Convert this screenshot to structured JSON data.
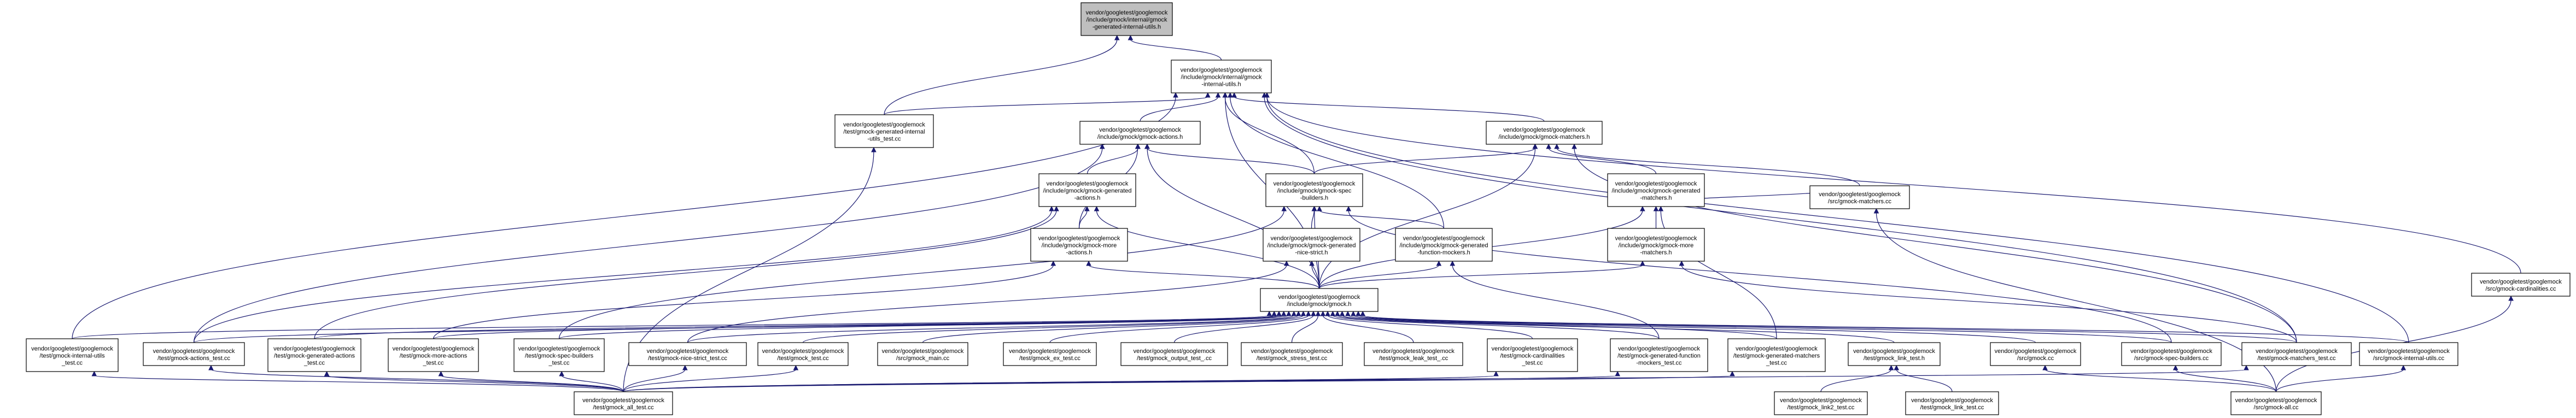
{
  "graph": {
    "root": "internal_generated_utils",
    "nodes": [
      {
        "id": "internal_generated_utils",
        "lines": [
          "vendor/googletest/googlemock",
          "/include/gmock/internal/gmock",
          "-generated-internal-utils.h"
        ]
      },
      {
        "id": "internal_utils",
        "lines": [
          "vendor/googletest/googlemock",
          "/include/gmock/internal/gmock",
          "-internal-utils.h"
        ]
      },
      {
        "id": "gen_internal_utils_test",
        "lines": [
          "vendor/googletest/googlemock",
          "/test/gmock-generated-internal",
          "-utils_test.cc"
        ]
      },
      {
        "id": "actions",
        "lines": [
          "vendor/googletest/googlemock",
          "/include/gmock/gmock-actions.h"
        ]
      },
      {
        "id": "matchers",
        "lines": [
          "vendor/googletest/googlemock",
          "/include/gmock/gmock-matchers.h"
        ]
      },
      {
        "id": "cardinalities_cc",
        "lines": [
          "vendor/googletest/googlemock",
          "/src/gmock-cardinalities.cc"
        ]
      },
      {
        "id": "gen_actions",
        "lines": [
          "vendor/googletest/googlemock",
          "/include/gmock/gmock-generated",
          "-actions.h"
        ]
      },
      {
        "id": "spec_builders",
        "lines": [
          "vendor/googletest/googlemock",
          "/include/gmock/gmock-spec",
          "-builders.h"
        ]
      },
      {
        "id": "gen_matchers",
        "lines": [
          "vendor/googletest/googlemock",
          "/include/gmock/gmock-generated",
          "-matchers.h"
        ]
      },
      {
        "id": "more_actions",
        "lines": [
          "vendor/googletest/googlemock",
          "/include/gmock/gmock-more",
          "-actions.h"
        ]
      },
      {
        "id": "gen_nice_strict",
        "lines": [
          "vendor/googletest/googlemock",
          "/include/gmock/gmock-generated",
          "-nice-strict.h"
        ]
      },
      {
        "id": "gen_function_mockers",
        "lines": [
          "vendor/googletest/googlemock",
          "/include/gmock/gmock-generated",
          "-function-mockers.h"
        ]
      },
      {
        "id": "more_matchers",
        "lines": [
          "vendor/googletest/googlemock",
          "/include/gmock/gmock-more",
          "-matchers.h"
        ]
      },
      {
        "id": "matchers_cc",
        "lines": [
          "vendor/googletest/googlemock",
          "/src/gmock-matchers.cc"
        ]
      },
      {
        "id": "gmock_h",
        "lines": [
          "vendor/googletest/googlemock",
          "/include/gmock/gmock.h"
        ]
      },
      {
        "id": "internal_utils_test",
        "lines": [
          "vendor/googletest/googlemock",
          "/test/gmock-internal-utils",
          "_test.cc"
        ]
      },
      {
        "id": "actions_test",
        "lines": [
          "vendor/googletest/googlemock",
          "/test/gmock-actions_test.cc"
        ]
      },
      {
        "id": "gen_actions_test",
        "lines": [
          "vendor/googletest/googlemock",
          "/test/gmock-generated-actions",
          "_test.cc"
        ]
      },
      {
        "id": "more_actions_test",
        "lines": [
          "vendor/googletest/googlemock",
          "/test/gmock-more-actions",
          "_test.cc"
        ]
      },
      {
        "id": "spec_builders_test",
        "lines": [
          "vendor/googletest/googlemock",
          "/test/gmock-spec-builders",
          "_test.cc"
        ]
      },
      {
        "id": "nice_strict_test",
        "lines": [
          "vendor/googletest/googlemock",
          "/test/gmock-nice-strict_test.cc"
        ]
      },
      {
        "id": "gmock_test",
        "lines": [
          "vendor/googletest/googlemock",
          "/test/gmock_test.cc"
        ]
      },
      {
        "id": "gmock_main",
        "lines": [
          "vendor/googletest/googlemock",
          "/src/gmock_main.cc"
        ]
      },
      {
        "id": "ex_test",
        "lines": [
          "vendor/googletest/googlemock",
          "/test/gmock_ex_test.cc"
        ]
      },
      {
        "id": "output_test",
        "lines": [
          "vendor/googletest/googlemock",
          "/test/gmock_output_test_.cc"
        ]
      },
      {
        "id": "stress_test",
        "lines": [
          "vendor/googletest/googlemock",
          "/test/gmock_stress_test.cc"
        ]
      },
      {
        "id": "leak_test",
        "lines": [
          "vendor/googletest/googlemock",
          "/test/gmock_leak_test_.cc"
        ]
      },
      {
        "id": "cardinalities_test",
        "lines": [
          "vendor/googletest/googlemock",
          "/test/gmock-cardinalities",
          "_test.cc"
        ]
      },
      {
        "id": "gen_function_mockers_test",
        "lines": [
          "vendor/googletest/googlemock",
          "/test/gmock-generated-function",
          "-mockers_test.cc"
        ]
      },
      {
        "id": "gen_matchers_test",
        "lines": [
          "vendor/googletest/googlemock",
          "/test/gmock-generated-matchers",
          "_test.cc"
        ]
      },
      {
        "id": "link_test_h",
        "lines": [
          "vendor/googletest/googlemock",
          "/test/gmock_link_test.h"
        ]
      },
      {
        "id": "gmock_cc",
        "lines": [
          "vendor/googletest/googlemock",
          "/src/gmock.cc"
        ]
      },
      {
        "id": "spec_builders_cc",
        "lines": [
          "vendor/googletest/googlemock",
          "/src/gmock-spec-builders.cc"
        ]
      },
      {
        "id": "matchers_test",
        "lines": [
          "vendor/googletest/googlemock",
          "/test/gmock-matchers_test.cc"
        ]
      },
      {
        "id": "internal_utils_cc",
        "lines": [
          "vendor/googletest/googlemock",
          "/src/gmock-internal-utils.cc"
        ]
      },
      {
        "id": "all_test",
        "lines": [
          "vendor/googletest/googlemock",
          "/test/gmock_all_test.cc"
        ]
      },
      {
        "id": "link2_test",
        "lines": [
          "vendor/googletest/googlemock",
          "/test/gmock_link2_test.cc"
        ]
      },
      {
        "id": "link_test_cc",
        "lines": [
          "vendor/googletest/googlemock",
          "/test/gmock_link_test.cc"
        ]
      },
      {
        "id": "gmock_all_cc",
        "lines": [
          "vendor/googletest/googlemock",
          "/src/gmock-all.cc"
        ]
      }
    ],
    "edges": [
      [
        "internal_utils",
        "internal_generated_utils"
      ],
      [
        "gen_internal_utils_test",
        "internal_generated_utils"
      ],
      [
        "gen_internal_utils_test",
        "internal_utils"
      ],
      [
        "actions",
        "internal_utils"
      ],
      [
        "matchers",
        "internal_utils"
      ],
      [
        "cardinalities_cc",
        "internal_utils"
      ],
      [
        "spec_builders",
        "internal_utils"
      ],
      [
        "gen_function_mockers",
        "internal_utils"
      ],
      [
        "gmock_h",
        "internal_utils"
      ],
      [
        "internal_utils_test",
        "internal_utils"
      ],
      [
        "matchers_test",
        "internal_utils"
      ],
      [
        "internal_utils_cc",
        "internal_utils"
      ],
      [
        "all_test",
        "gen_internal_utils_test"
      ],
      [
        "gen_actions",
        "actions"
      ],
      [
        "spec_builders",
        "actions"
      ],
      [
        "more_actions",
        "actions"
      ],
      [
        "gmock_h",
        "actions"
      ],
      [
        "actions_test",
        "actions"
      ],
      [
        "spec_builders",
        "matchers"
      ],
      [
        "gen_matchers",
        "matchers"
      ],
      [
        "matchers_cc",
        "matchers"
      ],
      [
        "gmock_h",
        "matchers"
      ],
      [
        "matchers_test",
        "matchers"
      ],
      [
        "gmock_all_cc",
        "cardinalities_cc"
      ],
      [
        "more_actions",
        "gen_actions"
      ],
      [
        "gmock_h",
        "gen_actions"
      ],
      [
        "gen_actions_test",
        "gen_actions"
      ],
      [
        "actions_test",
        "gen_actions"
      ],
      [
        "gen_nice_strict",
        "spec_builders"
      ],
      [
        "gen_function_mockers",
        "spec_builders"
      ],
      [
        "gmock_h",
        "spec_builders"
      ],
      [
        "spec_builders_test",
        "spec_builders"
      ],
      [
        "spec_builders_cc",
        "spec_builders"
      ],
      [
        "more_matchers",
        "gen_matchers"
      ],
      [
        "matchers_cc",
        "gen_matchers"
      ],
      [
        "gmock_h",
        "gen_matchers"
      ],
      [
        "gen_matchers_test",
        "gen_matchers"
      ],
      [
        "gmock_h",
        "more_actions"
      ],
      [
        "more_actions_test",
        "more_actions"
      ],
      [
        "gmock_h",
        "gen_nice_strict"
      ],
      [
        "nice_strict_test",
        "gen_nice_strict"
      ],
      [
        "gmock_h",
        "gen_function_mockers"
      ],
      [
        "gen_function_mockers_test",
        "gen_function_mockers"
      ],
      [
        "gmock_h",
        "more_matchers"
      ],
      [
        "matchers_test",
        "more_matchers"
      ],
      [
        "gmock_all_cc",
        "matchers_cc"
      ],
      [
        "internal_utils_test",
        "gmock_h"
      ],
      [
        "actions_test",
        "gmock_h"
      ],
      [
        "gen_actions_test",
        "gmock_h"
      ],
      [
        "more_actions_test",
        "gmock_h"
      ],
      [
        "spec_builders_test",
        "gmock_h"
      ],
      [
        "nice_strict_test",
        "gmock_h"
      ],
      [
        "gmock_test",
        "gmock_h"
      ],
      [
        "gmock_main",
        "gmock_h"
      ],
      [
        "ex_test",
        "gmock_h"
      ],
      [
        "output_test",
        "gmock_h"
      ],
      [
        "stress_test",
        "gmock_h"
      ],
      [
        "leak_test",
        "gmock_h"
      ],
      [
        "cardinalities_test",
        "gmock_h"
      ],
      [
        "gen_function_mockers_test",
        "gmock_h"
      ],
      [
        "gen_matchers_test",
        "gmock_h"
      ],
      [
        "link_test_h",
        "gmock_h"
      ],
      [
        "gmock_cc",
        "gmock_h"
      ],
      [
        "spec_builders_cc",
        "gmock_h"
      ],
      [
        "matchers_test",
        "gmock_h"
      ],
      [
        "internal_utils_cc",
        "gmock_h"
      ],
      [
        "all_test",
        "internal_utils_test"
      ],
      [
        "all_test",
        "actions_test"
      ],
      [
        "all_test",
        "gen_actions_test"
      ],
      [
        "all_test",
        "more_actions_test"
      ],
      [
        "all_test",
        "spec_builders_test"
      ],
      [
        "all_test",
        "nice_strict_test"
      ],
      [
        "all_test",
        "gmock_test"
      ],
      [
        "all_test",
        "cardinalities_test"
      ],
      [
        "all_test",
        "gen_function_mockers_test"
      ],
      [
        "all_test",
        "gen_matchers_test"
      ],
      [
        "all_test",
        "matchers_test"
      ],
      [
        "link2_test",
        "link_test_h"
      ],
      [
        "link_test_cc",
        "link_test_h"
      ],
      [
        "gmock_all_cc",
        "gmock_cc"
      ],
      [
        "gmock_all_cc",
        "spec_builders_cc"
      ],
      [
        "gmock_all_cc",
        "internal_utils_cc"
      ]
    ]
  }
}
